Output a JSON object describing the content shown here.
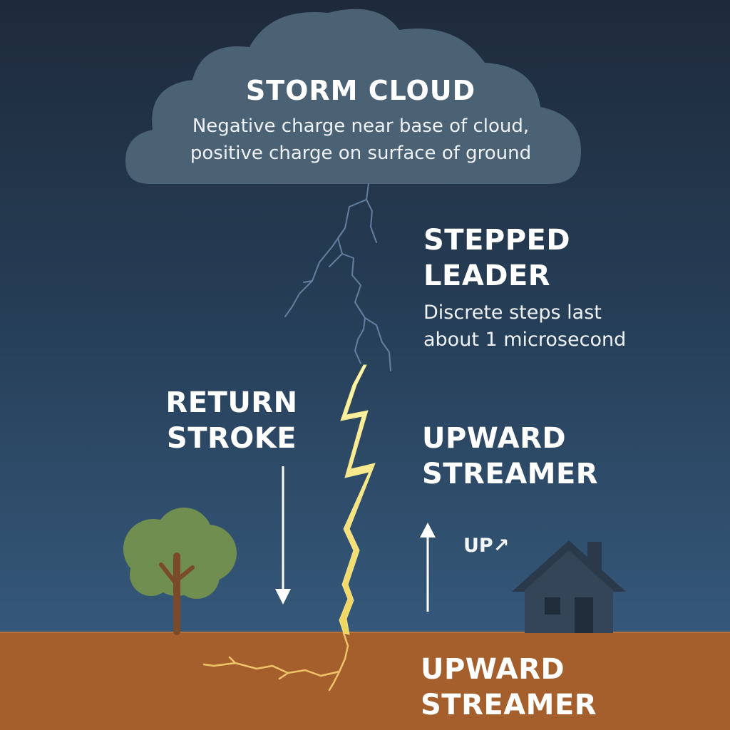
{
  "cloud": {
    "title": "STORM CLOUD",
    "description_line1": "Negative charge near base of cloud,",
    "description_line2": "positive charge on surface of ground"
  },
  "stepped_leader": {
    "title_line1": "STEPPED",
    "title_line2": "LEADER",
    "description_line1": "Discrete steps last",
    "description_line2": "about 1 microsecond"
  },
  "return_stroke": {
    "title_line1": "RETURN",
    "title_line2": "STROKE"
  },
  "upward_streamer": {
    "title_line1": "UPWARD",
    "title_line2": "STREAMER",
    "tag": "UP↗"
  },
  "ground_label": {
    "title_line1": "UPWARD",
    "title_line2": "STREAMER"
  },
  "colors": {
    "sky_top": "#1e2a3b",
    "sky_bottom": "#35587a",
    "cloud": "#4b6275",
    "ground": "#a45f2c",
    "lightning": "#f3e47a",
    "tree_foliage": "#6f8e4f",
    "tree_trunk": "#7a4a2a",
    "house": "#334556"
  }
}
